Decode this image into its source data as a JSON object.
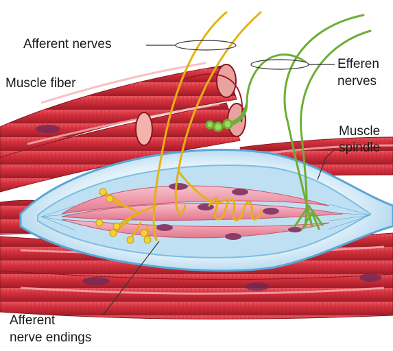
{
  "labels": {
    "afferent_nerves": "Afferent nerves",
    "muscle_fiber": "Muscle fiber",
    "efferent_nerves_line1": "Efferen",
    "efferent_nerves_line2": "nerves",
    "muscle_spindle_line1": "Muscle",
    "muscle_spindle_line2": "spindle",
    "afferent_endings_line1": "Afferent",
    "afferent_endings_line2": "nerve endings"
  },
  "colors": {
    "muscle_red": "#d8323e",
    "muscle_dark": "#a81e2a",
    "muscle_highlight": "#f2a0a4",
    "capsule_blue": "#6fb5dd",
    "capsule_fill": "#dbeef8",
    "intrafusal_pink": "#f0a6b4",
    "nucleus_purple": "#8a3d6a",
    "afferent_yellow": "#f2c318",
    "efferent_green": "#7fc241",
    "leader_line": "#333333"
  }
}
